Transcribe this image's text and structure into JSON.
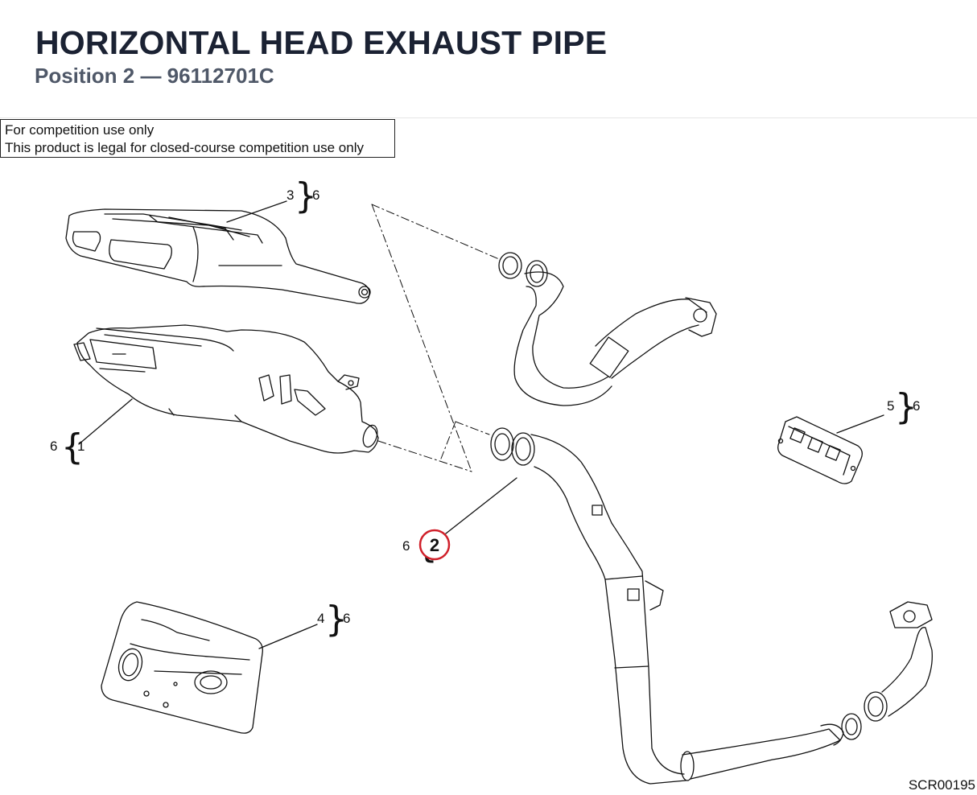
{
  "header": {
    "title": "HORIZONTAL HEAD EXHAUST PIPE",
    "subtitle": "Position 2 — 96112701C"
  },
  "notice": {
    "line1": "For competition use only",
    "line2": "This product is legal for closed-course competition use only"
  },
  "callouts": {
    "part1": "1",
    "part2": "2",
    "part3": "3",
    "part4": "4",
    "part5": "5",
    "qty": "6"
  },
  "drawing_code": "SCR00195",
  "colors": {
    "highlight": "#d0202a",
    "line": "#111111"
  }
}
